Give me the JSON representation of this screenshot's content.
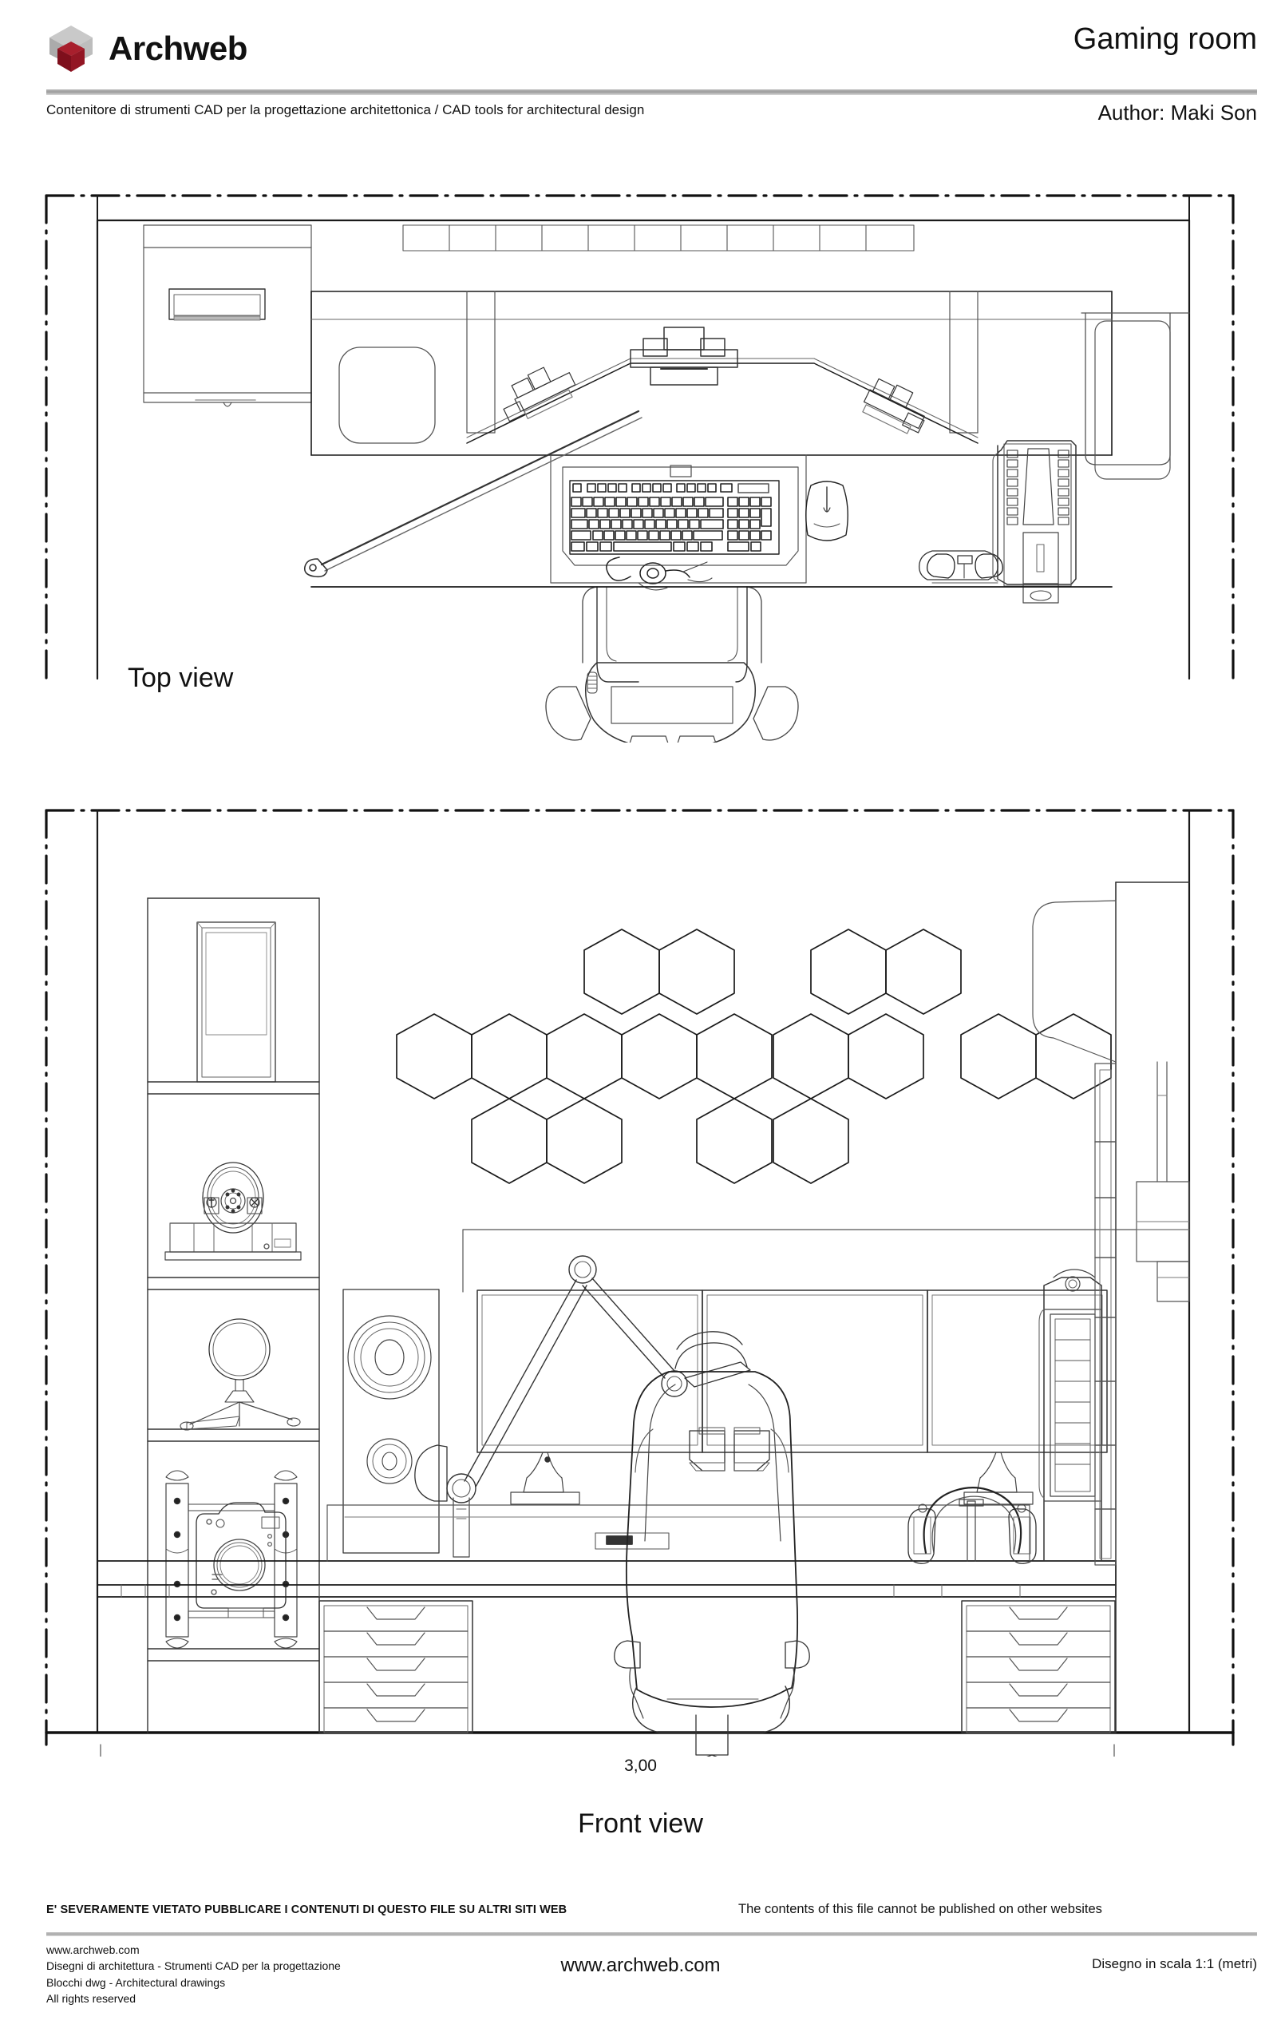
{
  "header": {
    "logo_name": "archweb-logo",
    "brand": "Archweb",
    "title": "Gaming room",
    "subtitle": "Contenitore di strumenti CAD per la progettazione architettonica  /  CAD tools for architectural design",
    "author": "Author: Maki Son",
    "rule_color": "#9c9c9c",
    "logo_outer_color": "#b3b3b3",
    "logo_inner_color": "#8f1220"
  },
  "drawing": {
    "view_top_label": "Top view",
    "view_front_label": "Front view",
    "dimension_label": "3,00",
    "line_color": "#1a1a1a",
    "thin_line_color": "#555555",
    "objects_top_view": [
      "wall-shelf",
      "picture-frame",
      "desk-surface",
      "triple-monitor",
      "keyboard",
      "mouse",
      "mouse-pad",
      "microphone-arm",
      "pc-tower",
      "headphones",
      "gaming-chair",
      "speaker",
      "drawer-unit"
    ],
    "objects_front_view": [
      "hexagon-light-panels",
      "shelf-unit",
      "picture-frame",
      "racing-wheel",
      "ring-light",
      "camera-cage",
      "speaker",
      "microphone-boom-arm",
      "triple-monitor",
      "desk-surface",
      "headphone-stand",
      "pc-tower",
      "gaming-chair",
      "left-drawer-unit",
      "right-drawer-unit",
      "floor-line"
    ],
    "hexagon_count": 17,
    "drawer_count_per_unit": 5,
    "monitor_count": 3
  },
  "footer": {
    "notice_it": "E' SEVERAMENTE VIETATO PUBBLICARE I CONTENUTI DI QUESTO FILE SU ALTRI SITI WEB",
    "notice_en": "The contents of this file cannot be published on other websites",
    "line1": "www.archweb.com",
    "line2": "Disegni di architettura - Strumenti CAD  per la progettazione",
    "line3": "Blocchi dwg - Architectural drawings",
    "line4": "All rights reserved",
    "center_url": "www.archweb.com",
    "scale": "Disegno in scala 1:1 (metri)"
  }
}
